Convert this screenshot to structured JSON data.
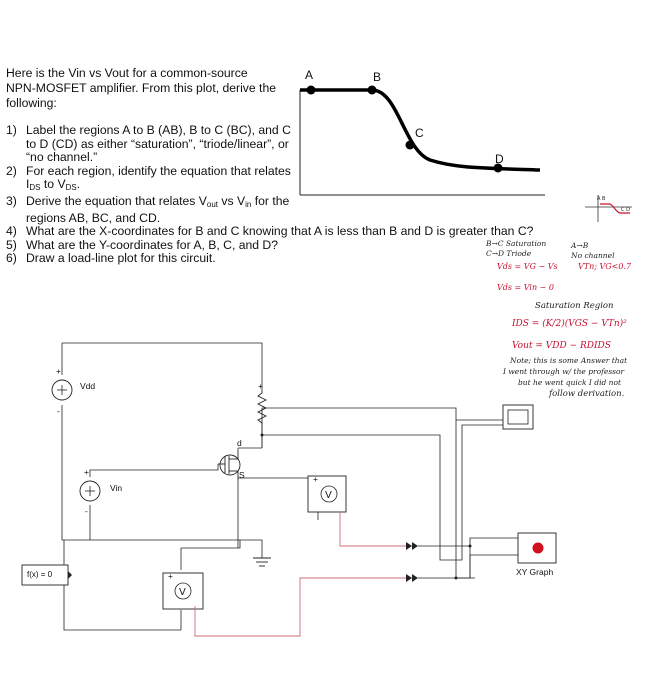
{
  "intro": "Here is the Vin vs Vout for a common-source NPN-MOSFET amplifier. From this plot, derive the following:",
  "questions": [
    {
      "num": "1)",
      "text": "Label the regions A to B (AB), B to C (BC), and C to D (CD) as either “saturation”, “triode/linear”, or “no channel.”"
    },
    {
      "num": "2)",
      "pre": "For each region, identify the equation that relates I",
      "sub1": "DS",
      "mid": " to V",
      "sub2": "DS",
      "post": "."
    },
    {
      "num": "3)",
      "pre": "Derive the equation that relates V",
      "sub1": "out",
      "mid": " vs V",
      "sub2": "in",
      "post": " for the regions AB, BC, and CD."
    },
    {
      "num": "4)",
      "text": "What are the X-coordinates for B and C knowing that A is less than B and D is greater than C?"
    },
    {
      "num": "5)",
      "text": "What are the Y-coordinates for A, B, C, and D?"
    },
    {
      "num": "6)",
      "text": "Draw a load-line plot for this circuit."
    }
  ],
  "plot": {
    "labels": {
      "A": "A",
      "B": "B",
      "C": "C",
      "D": "D"
    }
  },
  "handwritten": {
    "line1": "B→C Saturation",
    "line1b": "A→B",
    "line2": "C→D Triode",
    "line2b": "No channel",
    "line3": "Vds = VG − Vs",
    "line3b": "VTn; VG<0.7",
    "line4": "Vds = Vin − 0",
    "line5": "Saturation Region",
    "eq1": "IDS = (K/2)(VGS − VTn)²",
    "eq2": "Vout = VDD − RDIDS",
    "note1": "Note; this is some Answer that",
    "note2": "I went through w/ the professor",
    "note3": "but he went quick I did not",
    "note4": "follow derivation."
  },
  "circuit": {
    "vdd_label": "Vdd",
    "vin_label": "Vin",
    "drain_label": "d",
    "source_label": "S",
    "voltmeter_symbol": "V",
    "fx_block": "f(x) = 0",
    "xy_graph_label": "XY Graph",
    "plus": "+",
    "minus": "-"
  }
}
